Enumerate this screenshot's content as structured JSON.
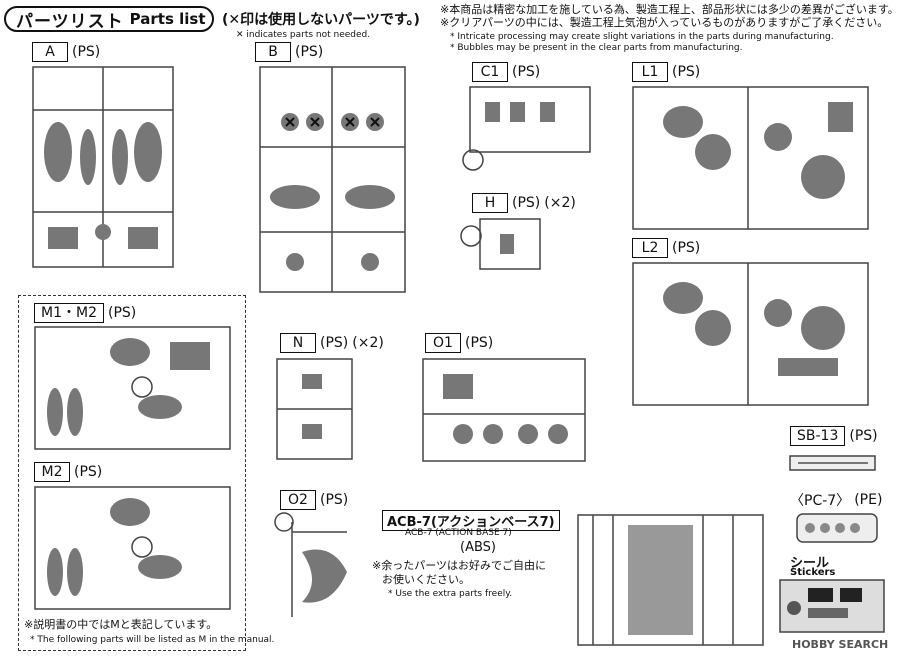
{
  "header": {
    "title_jp": "パーツリスト",
    "title_en": "Parts list",
    "x_note_jp": "(✕印は使用しないパーツです。)",
    "x_note_en": "✕ indicates parts not needed.",
    "notice_1_jp": "※本商品は精密な加工を施している為、製造工程上、部品形状には多少の差異がございます。",
    "notice_2_jp": "※クリアパーツの中には、製造工程上気泡が入っているものがありますがご了承ください。",
    "notice_1_en": "* Intricate processing may create slight variations in the parts during manufacturing.",
    "notice_2_en": "* Bubbles may be present in the clear parts from manufacturing."
  },
  "runners": {
    "A": {
      "name": "A",
      "material": "(PS)",
      "qty": ""
    },
    "B": {
      "name": "B",
      "material": "(PS)",
      "qty": ""
    },
    "C1": {
      "name": "C1",
      "material": "(PS)",
      "qty": ""
    },
    "L1": {
      "name": "L1",
      "material": "(PS)",
      "qty": ""
    },
    "H": {
      "name": "H",
      "material": "(PS)",
      "qty": "(×2)"
    },
    "L2": {
      "name": "L2",
      "material": "(PS)",
      "qty": ""
    },
    "M1M2": {
      "name": "M1・M2",
      "material": "(PS)",
      "qty": ""
    },
    "N": {
      "name": "N",
      "material": "(PS)",
      "qty": "(×2)"
    },
    "O1": {
      "name": "O1",
      "material": "(PS)",
      "qty": ""
    },
    "M2": {
      "name": "M2",
      "material": "(PS)",
      "qty": ""
    },
    "O2": {
      "name": "O2",
      "material": "(PS)",
      "qty": ""
    },
    "SB13": {
      "name": "SB-13",
      "material": "(PS)",
      "qty": ""
    },
    "PC7": {
      "name": "〈PC-7〉",
      "material": "(PE)",
      "qty": ""
    }
  },
  "acb": {
    "name": "ACB-7(アクションベース7)",
    "sub": "ACB-7 (ACTION BASE 7)",
    "material": "(ABS)",
    "note_jp_1": "※余ったパーツはお好みでご自由に",
    "note_jp_2": "お使いください。",
    "note_en": "* Use the extra parts freely."
  },
  "m_note": {
    "jp": "※説明書の中ではMと表記しています。",
    "en": "* The following parts will be listed as M in the manual."
  },
  "stickers": {
    "jp": "シール",
    "en": "Stickers"
  },
  "watermark": "HOBBY SEARCH"
}
